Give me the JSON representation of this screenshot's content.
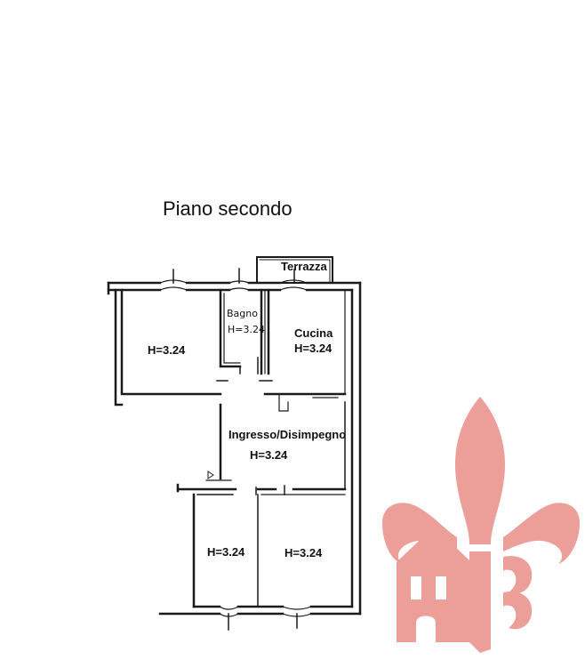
{
  "plan": {
    "title": "Piano secondo",
    "rooms": {
      "terrace": {
        "name": "Terrazza"
      },
      "bathroom": {
        "name": "Bagno",
        "height": "H=3.24"
      },
      "kitchen": {
        "name": "Cucina",
        "height": "H=3.24"
      },
      "room_top_left": {
        "height": "H=3.24"
      },
      "hall": {
        "name": "Ingresso/Disimpegno",
        "height": "H=3.24"
      },
      "room_bottom_left": {
        "height": "H=3.24"
      },
      "room_bottom_right": {
        "height": "H=3.24"
      }
    }
  },
  "logo": {
    "name": "fleur-de-lis-house-logo",
    "color": "#ec9e98"
  },
  "colors": {
    "wall": "#1a1a1a",
    "background": "#ffffff"
  }
}
